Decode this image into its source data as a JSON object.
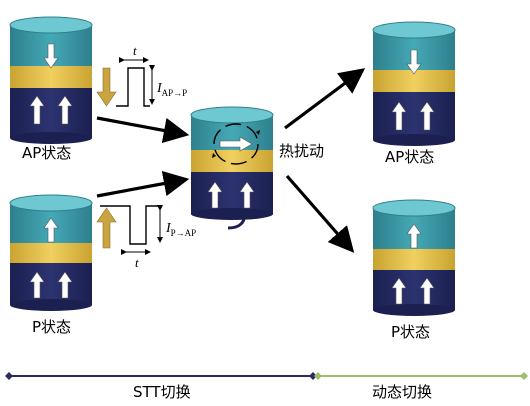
{
  "labels": {
    "ap_state_left": "AP状态",
    "p_state_left": "P状态",
    "thermal_disturbance": "热扰动",
    "ap_state_right": "AP状态",
    "p_state_right": "P状态"
  },
  "pulse_top": {
    "time_label": "t",
    "current_symbol": "I",
    "current_subscript": "AP→P"
  },
  "pulse_bottom": {
    "time_label": "t",
    "current_symbol": "I",
    "current_subscript": "P→AP"
  },
  "timeline": {
    "stt_label": "STT切换",
    "dynamic_label": "动态切换",
    "colors": {
      "stt": "#2b2b5e",
      "dynamic": "#9bbf6a"
    }
  },
  "colors": {
    "free_layer": "#3a9aa8",
    "free_layer_top": "#6ec8d2",
    "barrier": "#e8c64a",
    "pinned_layer": "#242a5c",
    "pinned_top": "#3c4480",
    "current_arrow": "#c9a441"
  }
}
